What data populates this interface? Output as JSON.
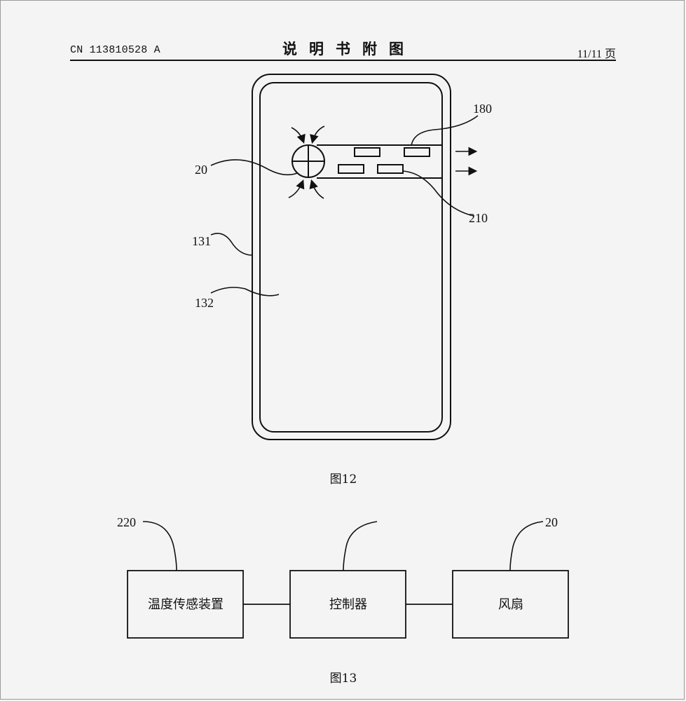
{
  "header": {
    "publication_number": "CN 113810528 A",
    "section_title": "说明书附图",
    "page_indicator": "11/11 页"
  },
  "figure12": {
    "caption": "图12",
    "labels": {
      "ref_180": "180",
      "ref_20": "20",
      "ref_210": "210",
      "ref_131": "131",
      "ref_132": "132"
    }
  },
  "figure13": {
    "caption": "图13",
    "blocks": [
      {
        "ref": "220",
        "text": "温度传感装置"
      },
      {
        "ref": "",
        "text": "控制器"
      },
      {
        "ref": "20",
        "text": "风扇"
      }
    ]
  }
}
